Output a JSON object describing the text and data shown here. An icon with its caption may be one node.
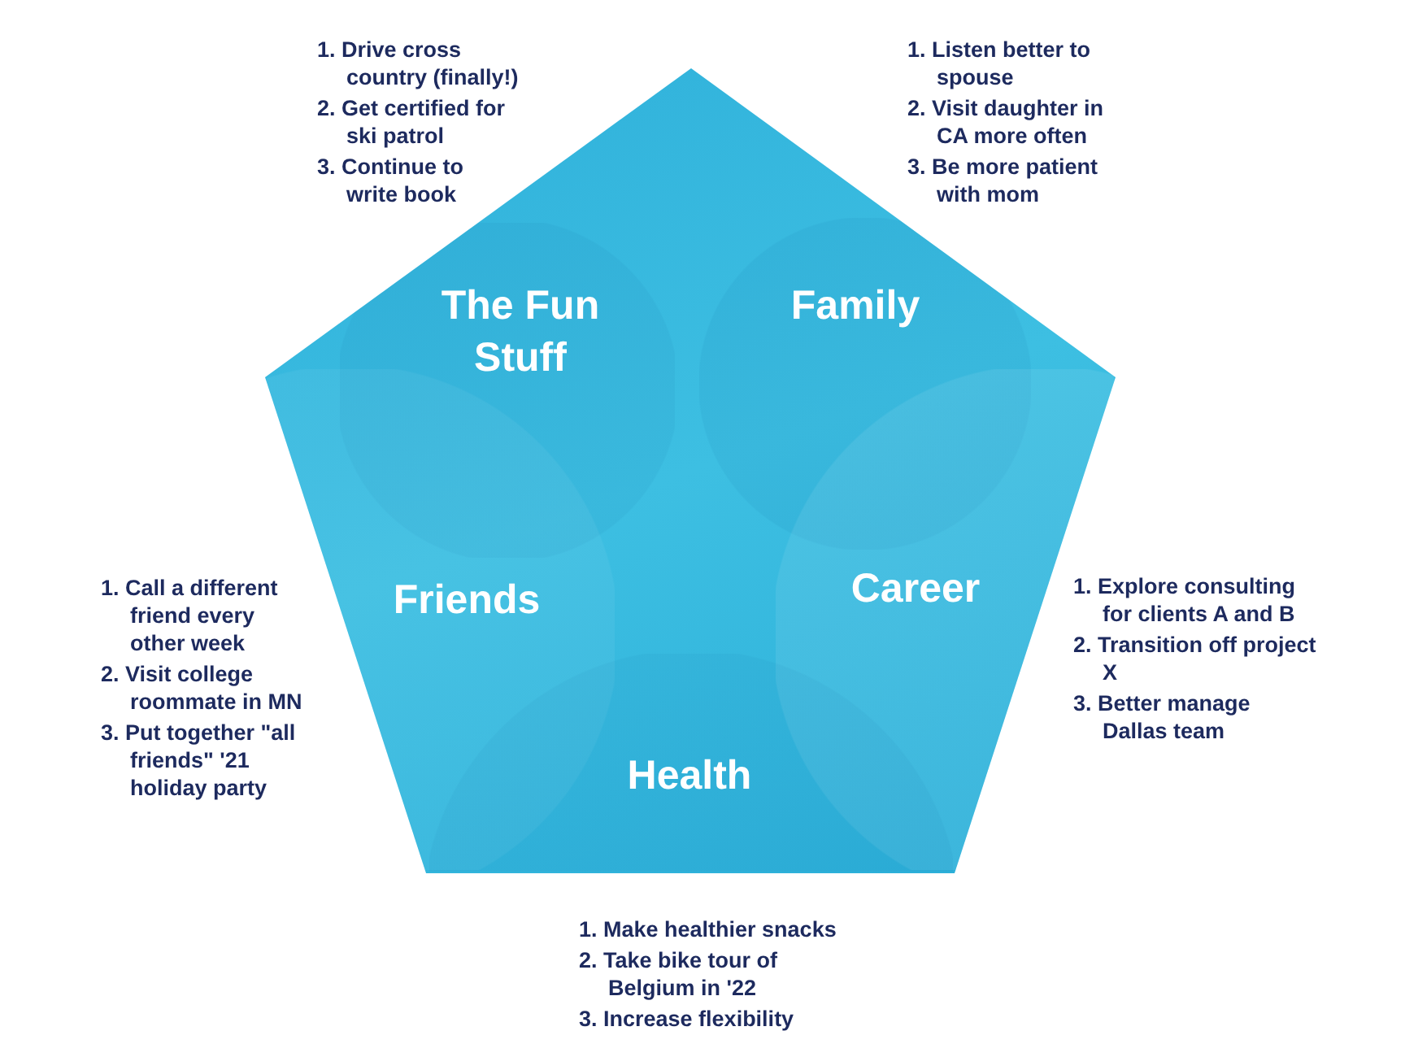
{
  "diagram": {
    "nodes": [
      {
        "text": [],
        "shape": "pentagon"
      },
      {
        "text": [
          "The Fun Stuff"
        ],
        "in": 0,
        "beside": [
          "1. Drive cross country (finally!)",
          "2. Get certified for ski patrol",
          "3. Continue to write book"
        ]
      },
      {
        "text": [
          "Family"
        ],
        "in": 0,
        "beside": [
          "1. Listen better to spouse",
          "2. Visit daughter in CA more often",
          "3. Be more patient with mom"
        ]
      },
      {
        "text": [
          "Friends"
        ],
        "in": 0,
        "beside": [
          "1. Call a different friend every other week",
          "2. Visit college roommate in MN",
          "3. Put together \"all friends\" '21 holiday party"
        ]
      },
      {
        "text": [
          "Career"
        ],
        "in": 0,
        "beside": [
          "1. Explore consulting for clients A and B",
          "2. Transition off project X",
          "3. Better manage Dallas team"
        ]
      },
      {
        "text": [
          "Health"
        ],
        "in": 0,
        "beside": [
          "1. Make healthier snacks",
          "2. Take bike tour of Belgium in '22",
          "3. Increase flexibility"
        ]
      }
    ]
  }
}
